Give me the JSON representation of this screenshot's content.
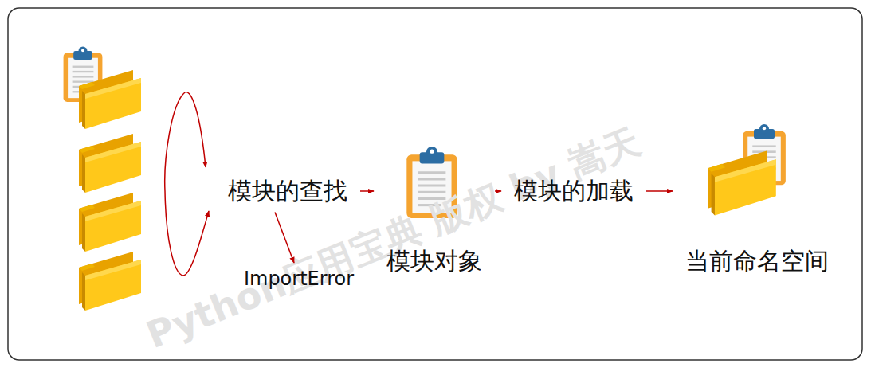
{
  "diagram": {
    "nodes": [
      {
        "text": [
          "模块的查找"
        ]
      },
      {
        "text": [
          "ImportError"
        ]
      },
      {
        "text": [
          "模块对象"
        ]
      },
      {
        "text": [
          "模块的加载"
        ]
      },
      {
        "text": [
          "当前命名空间"
        ]
      }
    ],
    "edges": [
      {
        "from": 0,
        "to": 2,
        "arrow": "to"
      },
      {
        "from": 0,
        "to": 1,
        "arrow": "to"
      },
      {
        "from": 2,
        "to": 3,
        "arrow": "to"
      },
      {
        "from": 3,
        "to": 4,
        "arrow": "to"
      }
    ],
    "labels": [
      "Python应用宝典 版权 by 嵩天"
    ]
  }
}
